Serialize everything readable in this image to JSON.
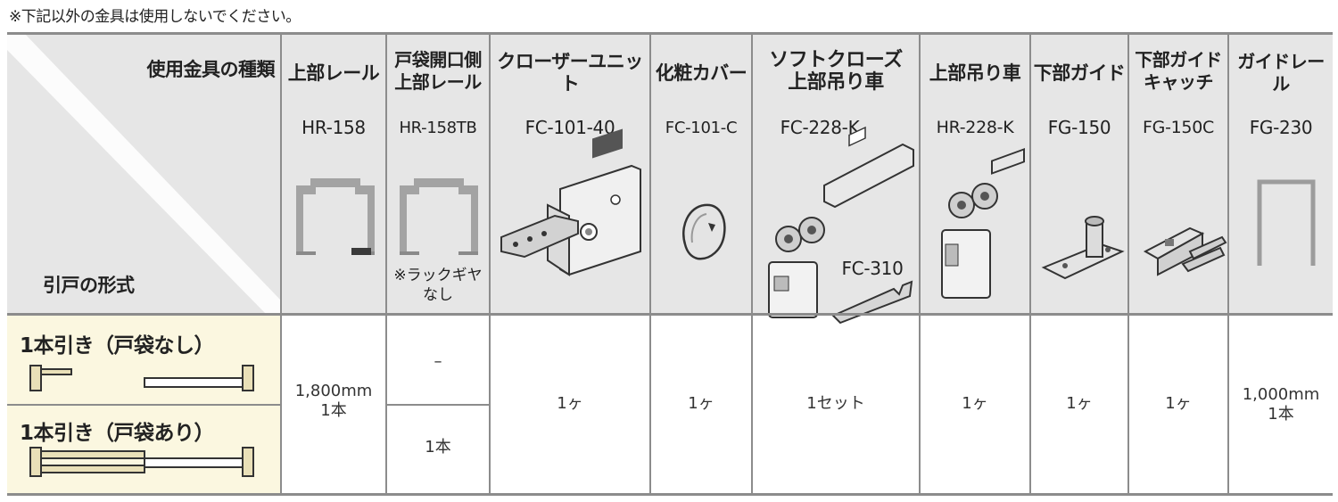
{
  "note": "※下記以外の金具は使用しないでください。",
  "header": {
    "corner_top": "使用金具の種類",
    "corner_bottom": "引戸の形式"
  },
  "columns": [
    {
      "name": "上部レール",
      "code": "HR-158",
      "icon": "upper-rail-icon"
    },
    {
      "name": "戸袋開口側\n上部レール",
      "code": "HR-158TB",
      "icon": "upper-rail-no-rack-icon",
      "sub_note": "※ラックギヤ\nなし"
    },
    {
      "name": "クローザーユニット",
      "code": "FC-101-40",
      "icon": "closer-unit-icon"
    },
    {
      "name": "化粧カバー",
      "code": "FC-101-C",
      "icon": "decorative-cover-icon"
    },
    {
      "name": "ソフトクローズ\n上部吊り車",
      "code": "FC-228-K",
      "icon": "soft-close-hanger-icon",
      "extra_code": "FC-310"
    },
    {
      "name": "上部吊り車",
      "code": "HR-228-K",
      "icon": "upper-hanger-icon"
    },
    {
      "name": "下部ガイド",
      "code": "FG-150",
      "icon": "lower-guide-icon"
    },
    {
      "name": "下部ガイド\nキャッチ",
      "code": "FG-150C",
      "icon": "lower-guide-catch-icon"
    },
    {
      "name": "ガイドレール",
      "code": "FG-230",
      "icon": "guide-rail-icon"
    }
  ],
  "rows": [
    {
      "label": "1本引き（戸袋なし）",
      "icon": "single-door-no-pocket-icon"
    },
    {
      "label": "1本引き（戸袋あり）",
      "icon": "single-door-with-pocket-icon"
    }
  ],
  "values": {
    "upper_rail": "1,800mm\n1本",
    "pocket_rail_row1": "–",
    "pocket_rail_row2": "1本",
    "closer": "1ヶ",
    "cover": "1ヶ",
    "soft_close": "1セット",
    "hanger": "1ヶ",
    "lower_guide": "1ヶ",
    "guide_catch": "1ヶ",
    "guide_rail": "1,000mm\n1本"
  },
  "colors": {
    "header_bg": "#e6e6e6",
    "row_label_bg": "#fbf7e0",
    "grid_line": "#8c8c8c",
    "part_gray": "#9a9a9a"
  }
}
